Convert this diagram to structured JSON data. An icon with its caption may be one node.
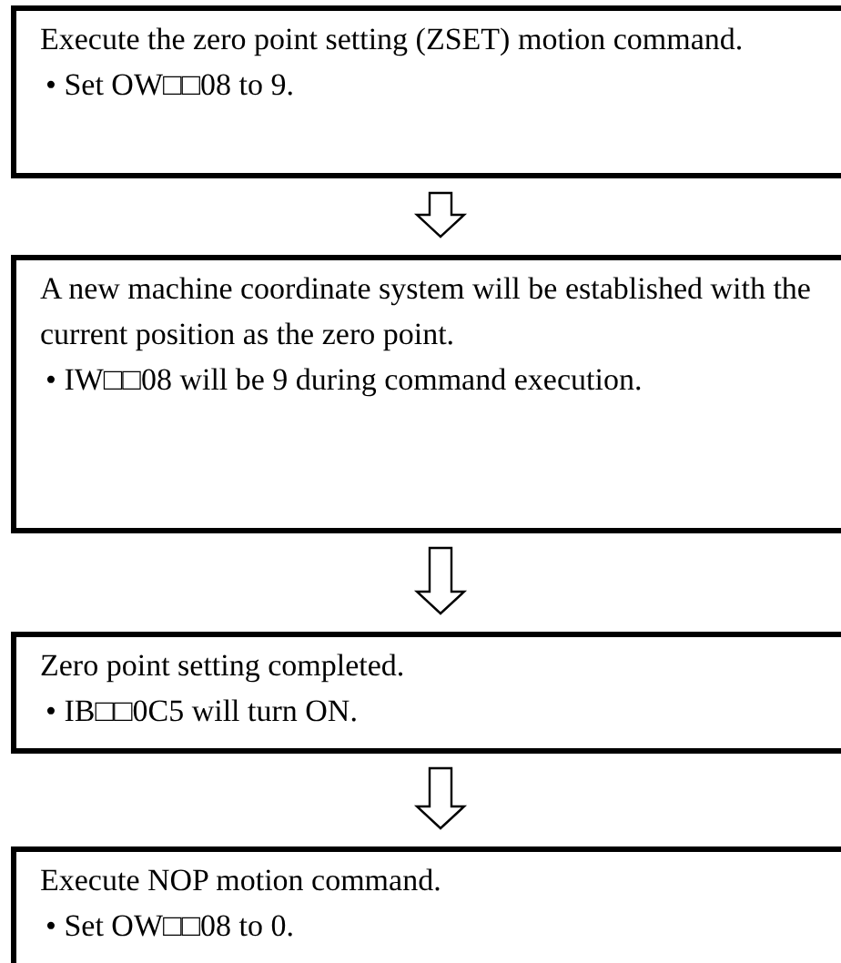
{
  "diagram": {
    "nodes": [
      {
        "text": [
          "Execute the zero point setting (ZSET) motion command.",
          "• Set OW□□08 to 9."
        ]
      },
      {
        "text": [
          "A new machine coordinate system will be established with the current position as the zero point.",
          "• IW□□08 will be 9 during command execution."
        ]
      },
      {
        "text": [
          "Zero point setting completed.",
          "• IB□□0C5 will turn ON."
        ]
      },
      {
        "text": [
          "Execute NOP motion command.",
          "• Set OW□□08 to 0."
        ]
      }
    ],
    "edges": [
      {
        "from": 0,
        "to": 1,
        "arrow": "to"
      },
      {
        "from": 1,
        "to": 2,
        "arrow": "to"
      },
      {
        "from": 2,
        "to": 3,
        "arrow": "to"
      }
    ]
  }
}
